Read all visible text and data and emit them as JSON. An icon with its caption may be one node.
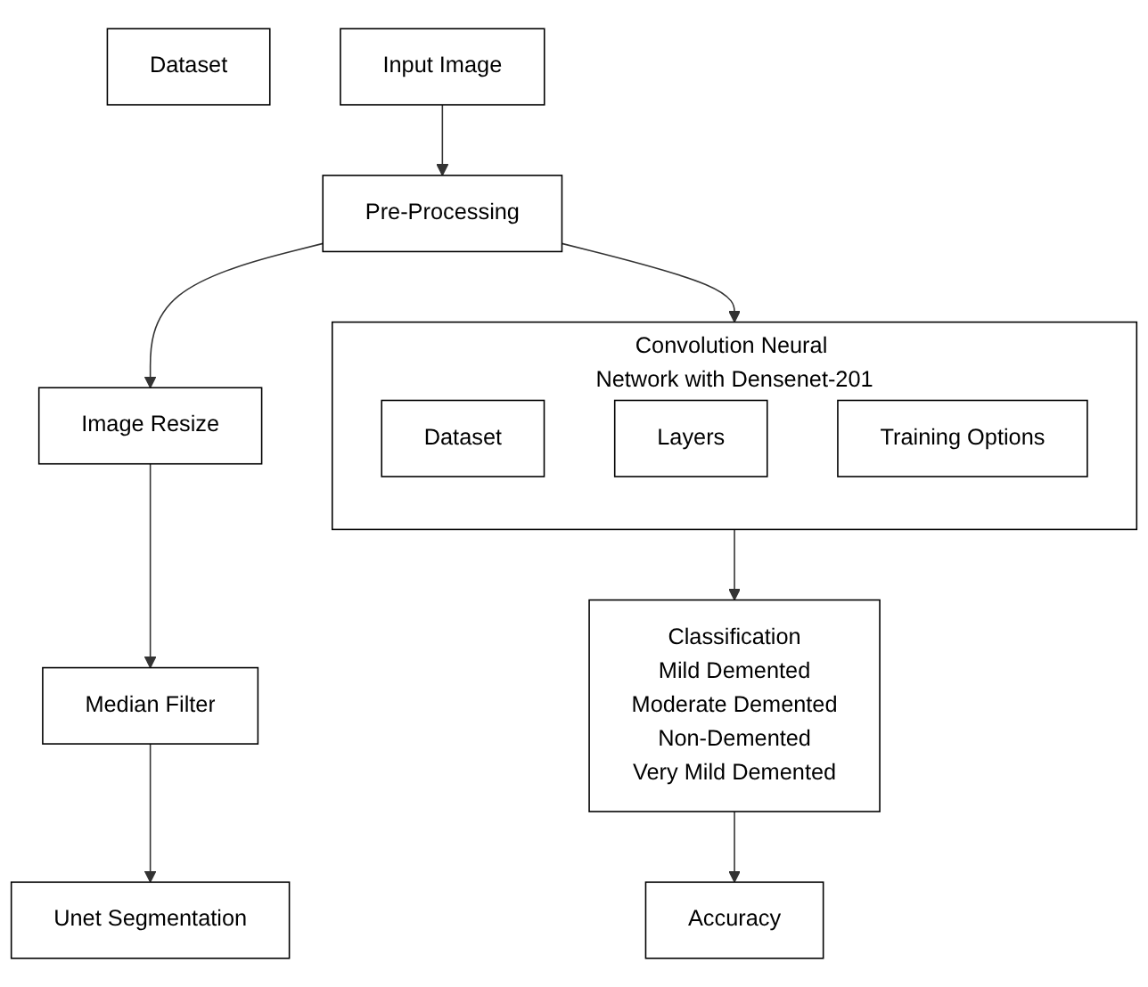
{
  "diagram": {
    "nodes": [
      {
        "text": [
          "Dataset"
        ]
      },
      {
        "text": [
          "Input Image"
        ]
      },
      {
        "text": [
          "Pre-Processing"
        ]
      },
      {
        "text": [
          "Convolution Neural Network with Densenet-201"
        ]
      },
      {
        "text": [
          "Dataset"
        ],
        "in": 3
      },
      {
        "text": [
          "Layers"
        ],
        "in": 3
      },
      {
        "text": [
          "Training Options"
        ],
        "in": 3
      },
      {
        "text": [
          "Image Resize"
        ]
      },
      {
        "text": [
          "Median Filter"
        ]
      },
      {
        "text": [
          "Unet Segmentation"
        ]
      },
      {
        "text": [
          "Classification",
          "Mild Demented",
          "Moderate Demented",
          "Non-Demented",
          "Very Mild Demented"
        ]
      },
      {
        "text": [
          "Accuracy"
        ]
      }
    ],
    "edges": [
      {
        "from": 1,
        "to": 2,
        "arrow": "to"
      },
      {
        "from": 2,
        "to": 3,
        "arrow": "to"
      },
      {
        "from": 2,
        "to": 7,
        "arrow": "to"
      },
      {
        "from": 7,
        "to": 8,
        "arrow": "to"
      },
      {
        "from": 8,
        "to": 9,
        "arrow": "to"
      },
      {
        "from": 3,
        "to": 10,
        "arrow": "to"
      },
      {
        "from": 10,
        "to": 11,
        "arrow": "to"
      }
    ]
  }
}
